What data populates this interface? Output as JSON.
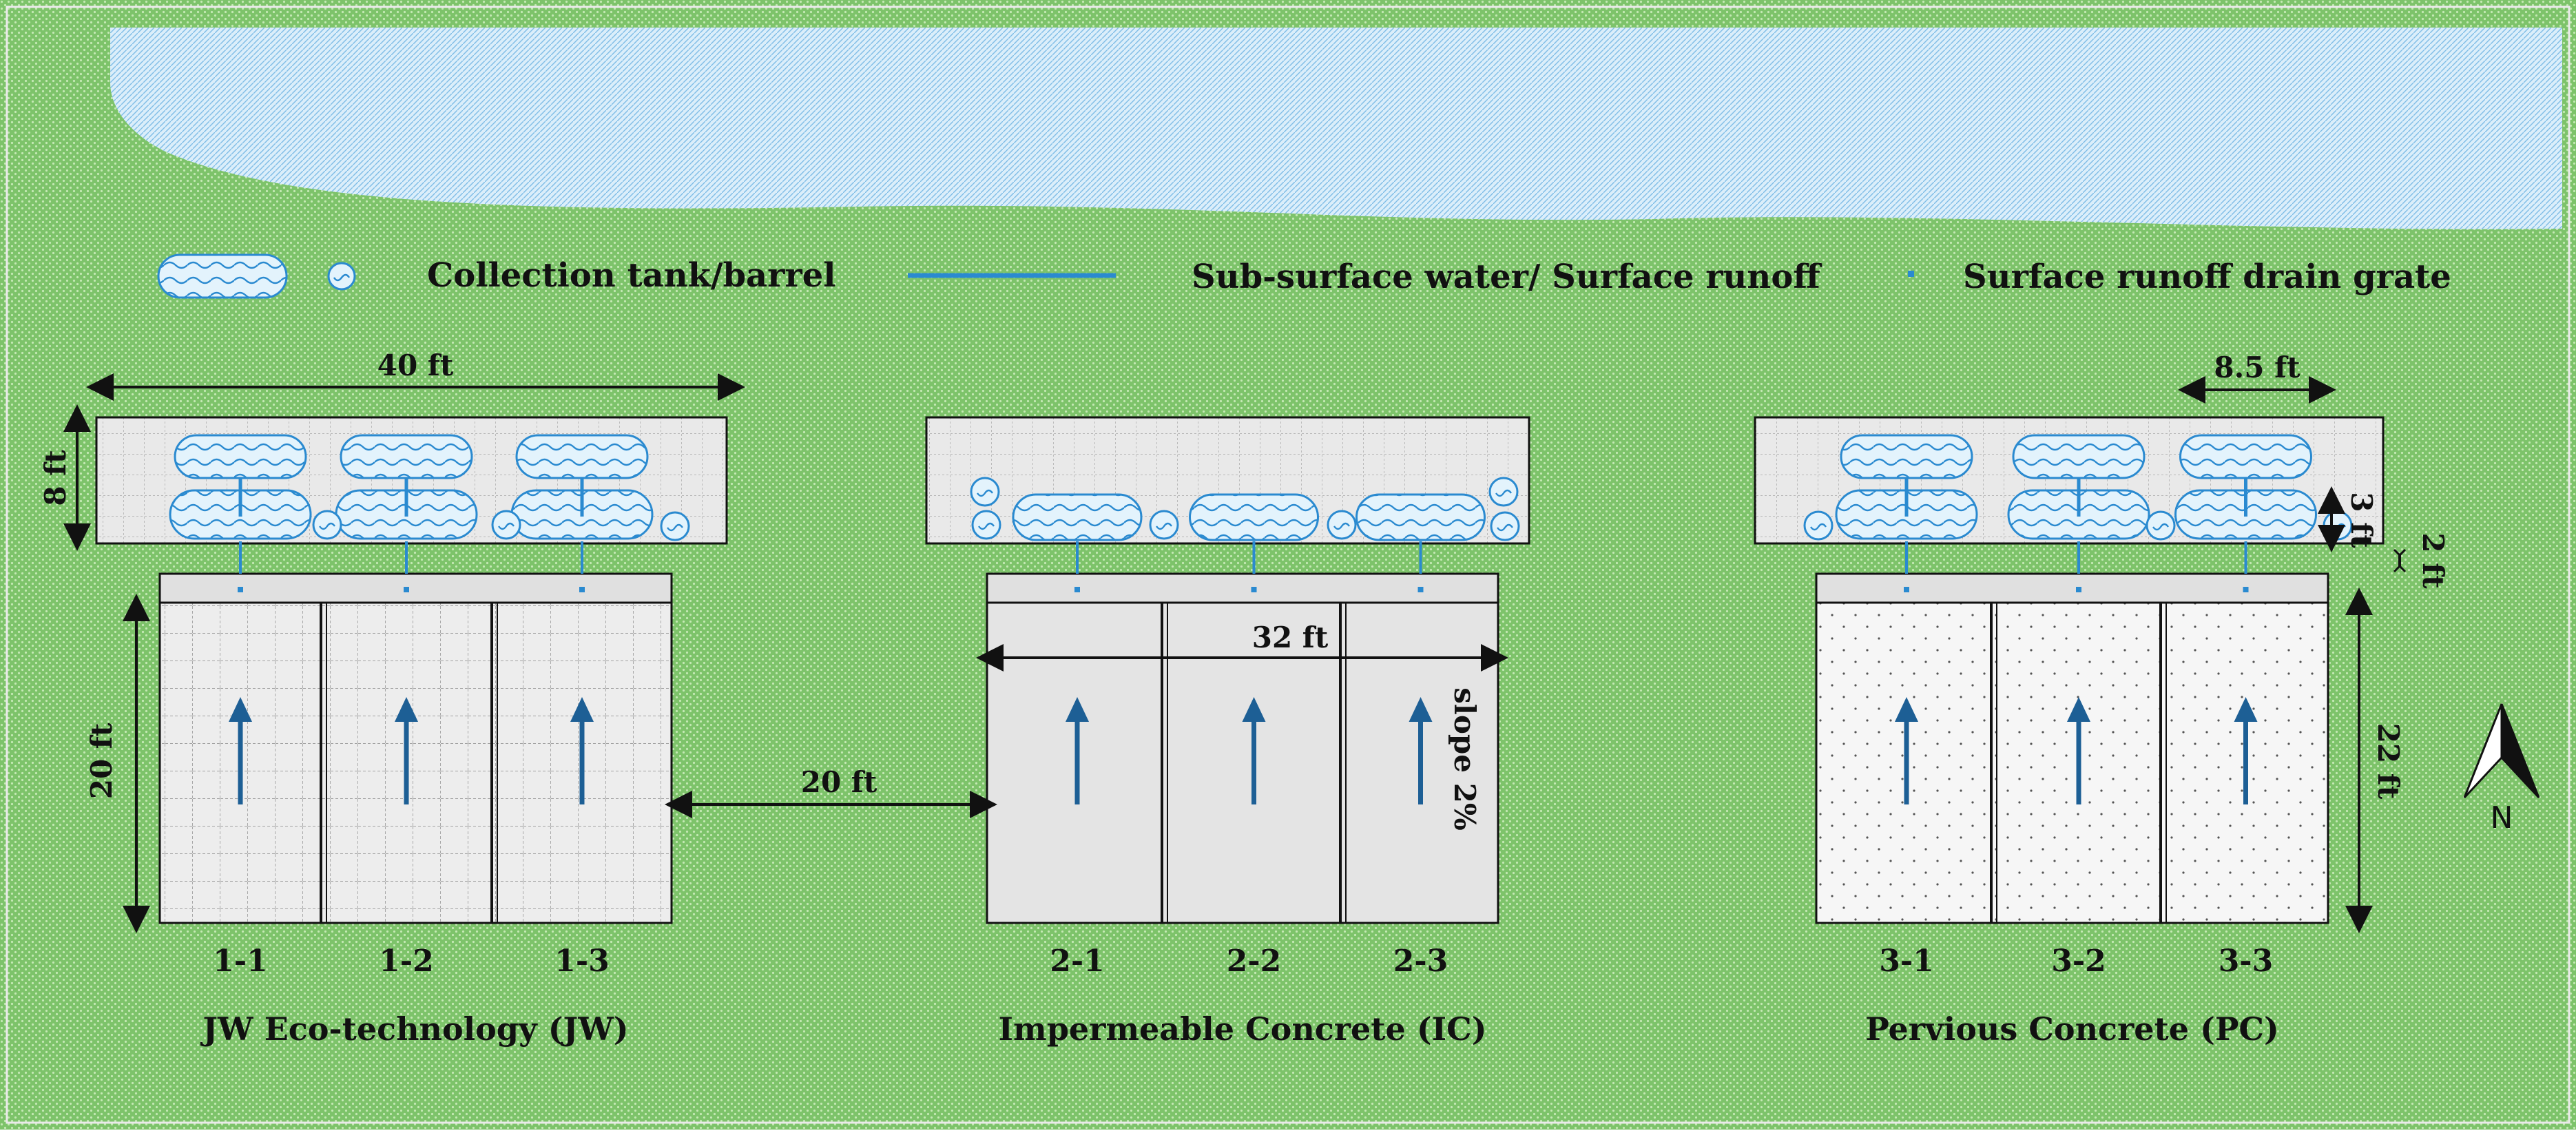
{
  "legend": {
    "tank_label": "Collection tank/barrel",
    "flow_label": "Sub-surface water/ Surface runoff",
    "drain_label": "Surface runoff drain grate"
  },
  "sections": [
    {
      "title": "JW Eco-technology (JW)",
      "plots": [
        "1-1",
        "1-2",
        "1-3"
      ]
    },
    {
      "title": "Impermeable Concrete (IC)",
      "plots": [
        "2-1",
        "2-2",
        "2-3"
      ]
    },
    {
      "title": "Pervious Concrete (PC)",
      "plots": [
        "3-1",
        "3-2",
        "3-3"
      ]
    }
  ],
  "dimensions": {
    "width_jw": "40 ft",
    "height_tank": "8 ft",
    "length_plot": "20 ft",
    "gap": "20 ft",
    "width_ic": "32 ft",
    "slope": "slope 2%",
    "width_barrel": "8.5 ft",
    "barrel_height": "3 ft",
    "strip": "2 ft",
    "length_pc": "22 ft"
  },
  "north": "N",
  "colors": {
    "grass": "#7dc36a",
    "water": "#2a8ad0",
    "arrow": "#1d5f95",
    "tank_fill": "#dff0fb",
    "drain": "#2a8ad0"
  }
}
